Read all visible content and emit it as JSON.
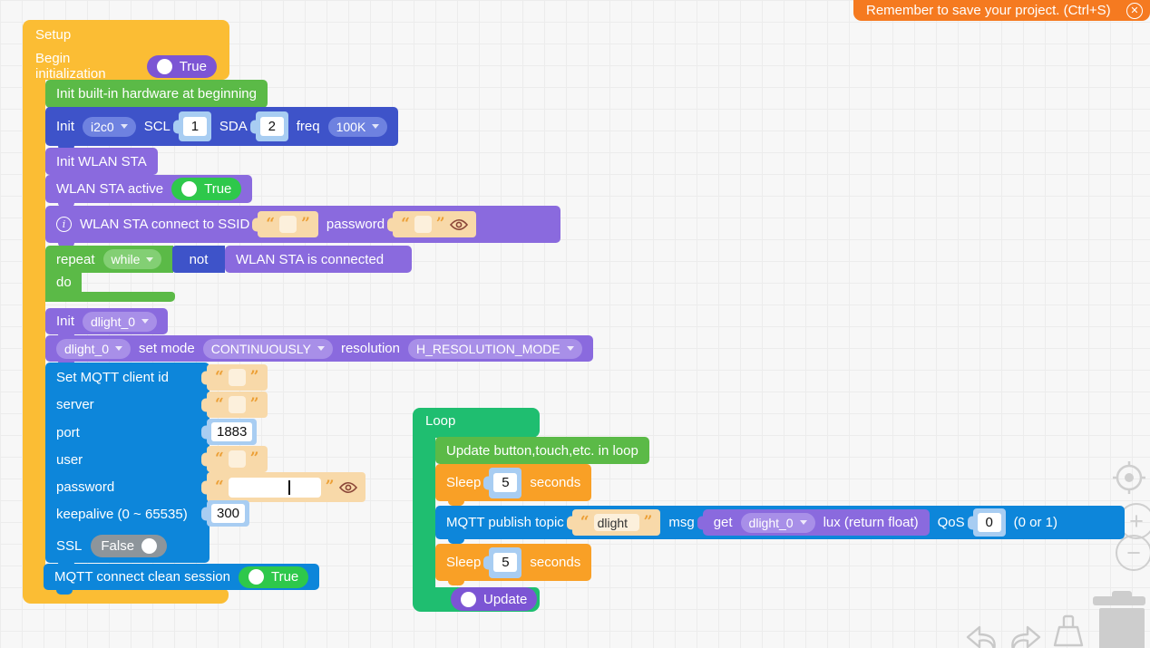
{
  "colors": {
    "setup_orange": "#FBBD34",
    "loop_green": "#1FBE70",
    "block_green": "#5BBA47",
    "block_royal_blue": "#3E53C9",
    "block_azure": "#0D86DA",
    "block_purple": "#8A6ADE",
    "block_orange": "#F9A026",
    "string_shadow_tan": "#F8D9A9",
    "number_shadow_blue": "#A8CDF2",
    "toggle_green": "#2EC84B",
    "toggle_purple": "#7C55D4",
    "toggle_gray": "#8D959B",
    "notification_orange": "#F57A20"
  },
  "icons": {
    "close": "✕",
    "info": "i",
    "zoom_in": "+",
    "zoom_out": "−"
  },
  "notification": {
    "text": "Remember to save your project. (Ctrl+S)"
  },
  "setup": {
    "title": "Setup",
    "begin": {
      "label": "Begin initialization",
      "value": "True"
    },
    "init_hardware_label": "Init built-in hardware at beginning",
    "i2c": {
      "init": "Init",
      "port": "i2c0",
      "scl_label": "SCL",
      "scl": "1",
      "sda_label": "SDA",
      "sda": "2",
      "freq_label": "freq",
      "freq": "100K"
    },
    "wlan_init_label": "Init WLAN STA",
    "wlan_active": {
      "label": "WLAN STA active",
      "value": "True"
    },
    "wlan_connect": {
      "label": "WLAN STA connect to SSID",
      "ssid": "",
      "password_label": "password",
      "password": ""
    },
    "repeat": {
      "label": "repeat",
      "mode": "while",
      "not": "not",
      "condition": "WLAN STA is connected",
      "do": "do"
    },
    "dlight_init": {
      "label": "Init",
      "device": "dlight_0"
    },
    "dlight_mode": {
      "device": "dlight_0",
      "set_mode_label": "set mode",
      "mode": "CONTINUOUSLY",
      "resolution_label": "resolution",
      "resolution": "H_RESOLUTION_MODE"
    },
    "mqtt": {
      "rows": [
        {
          "label": "Set MQTT client id",
          "value": ""
        },
        {
          "label": "server",
          "value": ""
        },
        {
          "label": "port",
          "value": "1883"
        },
        {
          "label": "user",
          "value": ""
        },
        {
          "label": "password",
          "value": ""
        },
        {
          "label": "keepalive (0 ~ 65535)",
          "value": "300"
        },
        {
          "label": "SSL",
          "value": "False"
        }
      ]
    },
    "clean_session": {
      "label": "MQTT connect clean session",
      "value": "True"
    }
  },
  "loop": {
    "title": "Loop",
    "update_in_loop_label": "Update button,touch,etc. in loop",
    "sleep1": {
      "label": "Sleep",
      "value": "5",
      "unit": "seconds"
    },
    "publish": {
      "label": "MQTT publish topic",
      "topic": "dlight",
      "msg_label": "msg",
      "get": "get",
      "device": "dlight_0",
      "suffix": "lux (return float)",
      "qos_label": "QoS",
      "qos": "0",
      "qos_hint": "(0 or 1)"
    },
    "sleep2": {
      "label": "Sleep",
      "value": "5",
      "unit": "seconds"
    },
    "update_toggle": "Update"
  }
}
